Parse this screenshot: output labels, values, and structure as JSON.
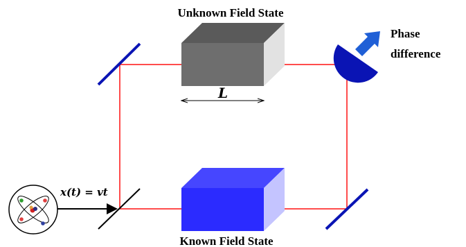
{
  "labels": {
    "top_box": "Unknown Field State",
    "bottom_box": "Known Field State",
    "length": "L",
    "phase_line1": "Phase",
    "phase_line2": "difference",
    "trajectory": "x(t) = vt"
  },
  "colors": {
    "beam": "#ff0000",
    "mirror": "#0a14b4",
    "splitter": "#000000",
    "unknown_front": "#6e6e6e",
    "unknown_top": "#5a5a5a",
    "unknown_side": "#e2e2e2",
    "known_front": "#2b2bff",
    "known_top": "#4646ff",
    "known_side": "#c4c4ff",
    "arrow": "#1f5fd6",
    "detector": "#0a14b4"
  },
  "icons": {
    "source": "atom-icon",
    "output": "phase-arrow-icon"
  }
}
